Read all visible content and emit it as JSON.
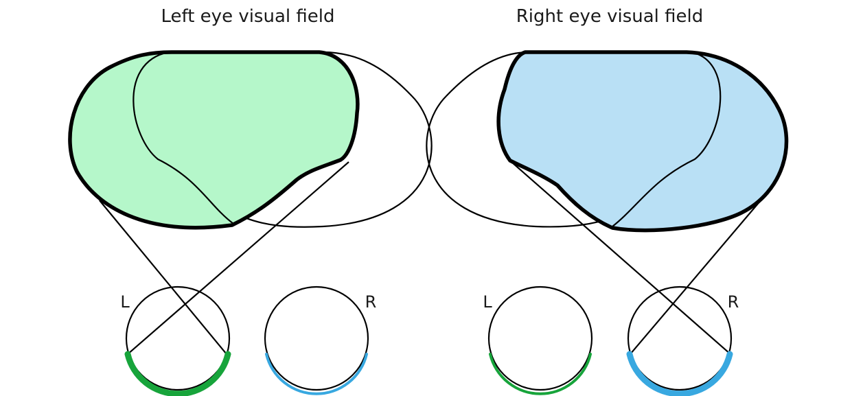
{
  "titles": {
    "left": "Left eye visual field",
    "right": "Right eye visual field"
  },
  "eye_labels": {
    "left_panel_left_eye": "L",
    "left_panel_right_eye": "R",
    "right_panel_left_eye": "L",
    "right_panel_right_eye": "R"
  },
  "colors": {
    "left_field_fill": "#b5f7ca",
    "right_field_fill": "#b9e0f5",
    "left_retina": "#17a43b",
    "right_retina": "#38a8e0",
    "outline": "#000000",
    "background": "#ffffff"
  }
}
